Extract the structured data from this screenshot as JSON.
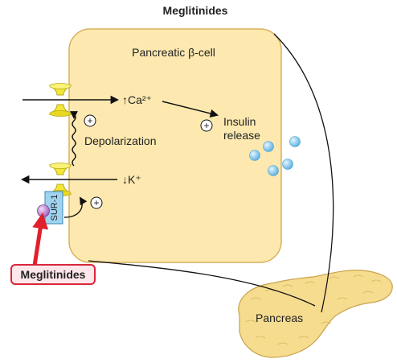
{
  "title": "Meglitinides",
  "cell": {
    "label": "Pancreatic β-cell"
  },
  "ca_channel": {
    "label": "↑Ca²⁺"
  },
  "k_channel": {
    "label": "↓K⁺"
  },
  "depolarization": {
    "label": "Depolarization"
  },
  "insulin": {
    "line1": "Insulin",
    "line2": "release"
  },
  "receptor": {
    "label": "SUR-1"
  },
  "drug": {
    "label": "Meglitinides"
  },
  "pancreas": {
    "label": "Pancreas"
  },
  "plus_sign": "+",
  "colors": {
    "cell_fill": "#fde9b0",
    "cell_stroke": "#d8b25a",
    "channel": "#f3e838",
    "receptor": "#9fd4f0",
    "drug_dot": "#c48ad6",
    "drug_arrow": "#e0202c",
    "drug_box_stroke": "#d9263a",
    "drug_box_fill": "#fde7ea",
    "granule": "#7fc6ec",
    "pancreas": "#f6dc8f"
  }
}
